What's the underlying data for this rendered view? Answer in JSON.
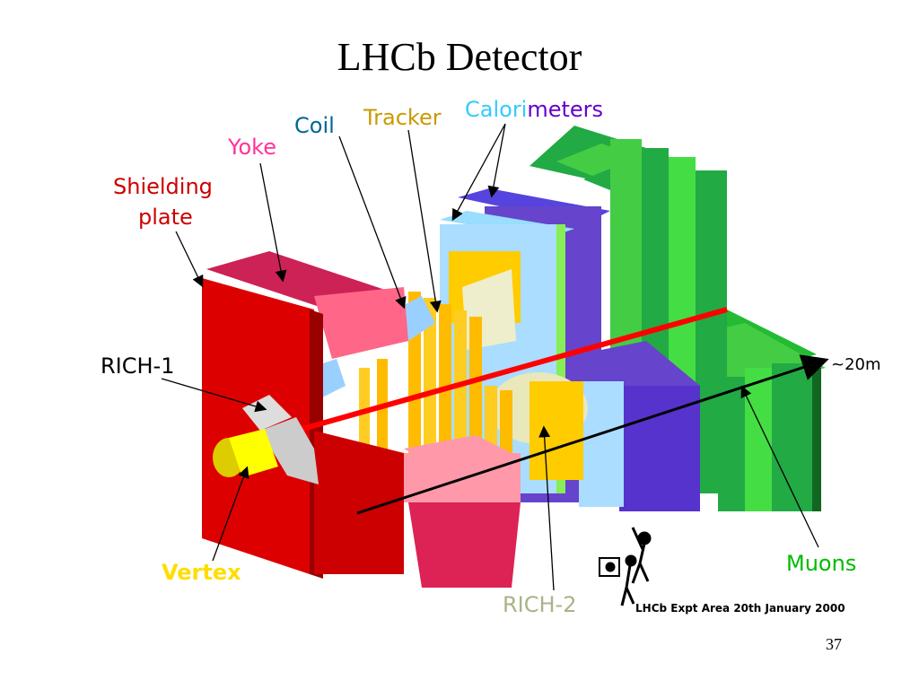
{
  "slide": {
    "title": "LHCb Detector",
    "page_number": "37"
  },
  "labels": {
    "shielding_line1": "Shielding",
    "shielding_line2": "plate",
    "yoke": "Yoke",
    "coil": "Coil",
    "tracker": "Tracker",
    "calori": "Calori",
    "meters": "meters",
    "rich1": "RICH-1",
    "vertex": "Vertex",
    "rich2": "RICH-2",
    "muons": "Muons",
    "length": "~20m"
  },
  "logo": {
    "caption": "LHCb Expt Area 20th January 2000"
  },
  "colors": {
    "shielding": "#cc0000",
    "yoke_label": "#ff3399",
    "coil_label": "#006699",
    "tracker_label": "#cc9900",
    "calori_label": "#33ccff",
    "meters_label": "#6600cc",
    "vertex_label": "#ffdd00",
    "rich2_label": "#a8b488",
    "muons_label": "#00bb00"
  }
}
